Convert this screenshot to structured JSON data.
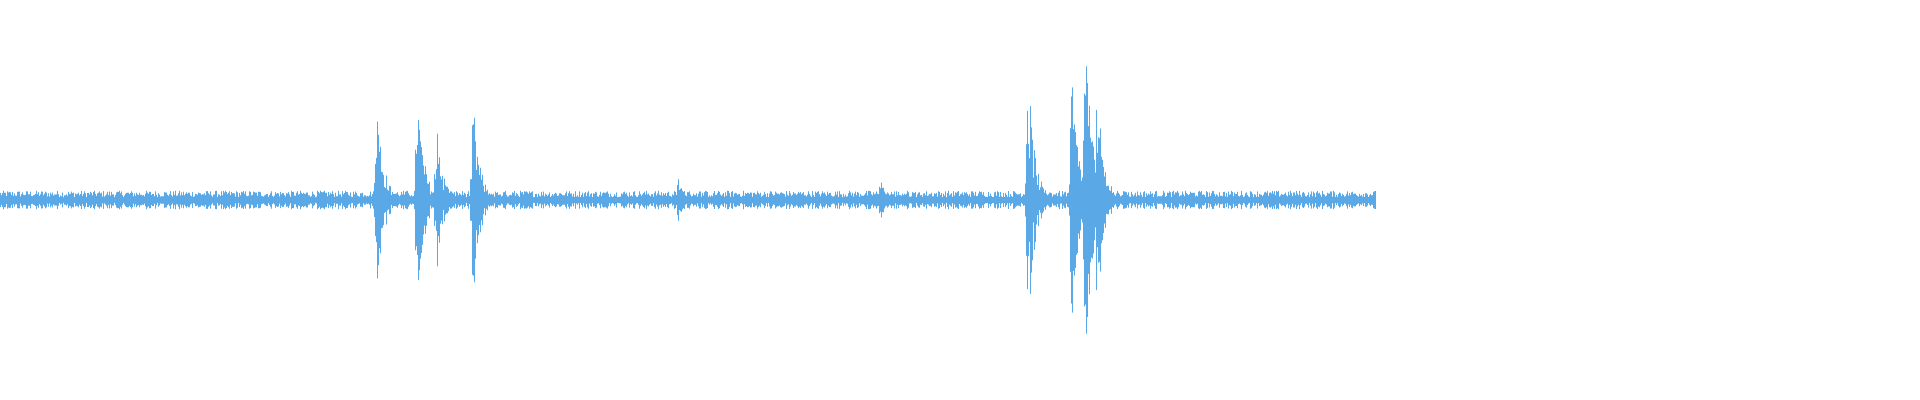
{
  "waveform": {
    "color": "#5aa9e6",
    "background": "#ffffff",
    "duration_fraction": 0.716,
    "baseline_amplitude": 0.018,
    "events": [
      {
        "at": 0.196,
        "amplitude": 0.27
      },
      {
        "at": 0.217,
        "amplitude": 0.3
      },
      {
        "at": 0.227,
        "amplitude": 0.2
      },
      {
        "at": 0.246,
        "amplitude": 0.27
      },
      {
        "at": 0.353,
        "amplitude": 0.06
      },
      {
        "at": 0.458,
        "amplitude": 0.06
      },
      {
        "at": 0.535,
        "amplitude": 0.36
      },
      {
        "at": 0.558,
        "amplitude": 0.34
      },
      {
        "at": 0.565,
        "amplitude": 0.47
      },
      {
        "at": 0.571,
        "amplitude": 0.31
      }
    ]
  }
}
